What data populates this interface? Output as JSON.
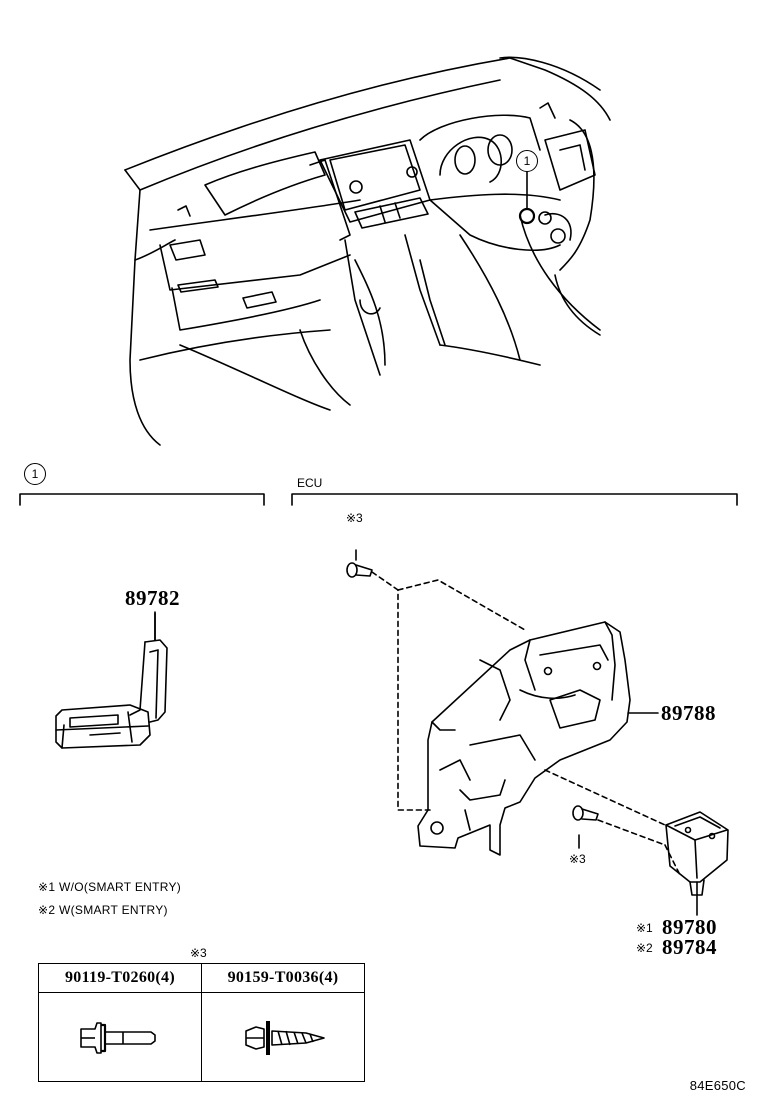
{
  "callout": {
    "id": "1"
  },
  "sections": {
    "left_title": "1",
    "right_title": "ECU"
  },
  "parts": {
    "antenna": "89782",
    "bracket": "89788",
    "ecu_mark_1": "※1",
    "ecu_part_1": "89780",
    "ecu_mark_2": "※2",
    "ecu_part_2": "89784"
  },
  "fastener_marks": {
    "top": "※3",
    "bottom": "※3",
    "table": "※3"
  },
  "notes": [
    "※1 W/O(SMART ENTRY)",
    "※2 W(SMART ENTRY)"
  ],
  "fastener_table": {
    "columns": [
      "90119-T0260(4)",
      "90159-T0036(4)"
    ]
  },
  "figure_code": "84E650C"
}
